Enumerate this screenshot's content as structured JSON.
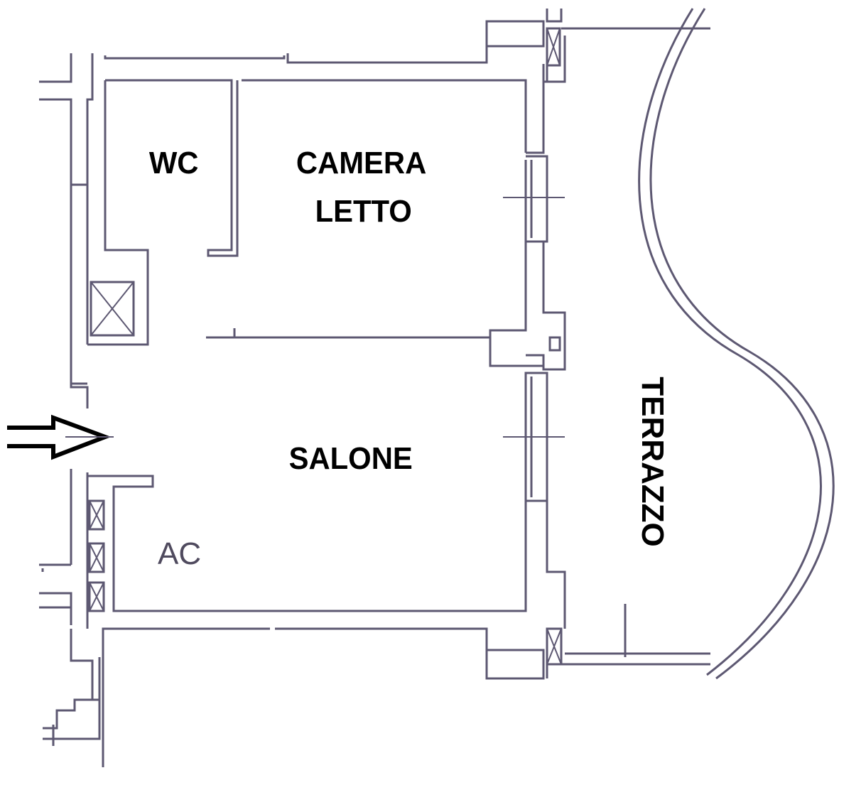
{
  "rooms": {
    "wc": "WC",
    "camera_line1": "CAMERA",
    "camera_line2": "LETTO",
    "salone": "SALONE",
    "ac": "AC",
    "terrazzo": "TERRAZZO"
  },
  "colors": {
    "wall": "#5d5872",
    "label": "#000000"
  },
  "icons": {
    "entrance": "entrance-arrow-icon",
    "shaft": "shaft-x-icon"
  }
}
